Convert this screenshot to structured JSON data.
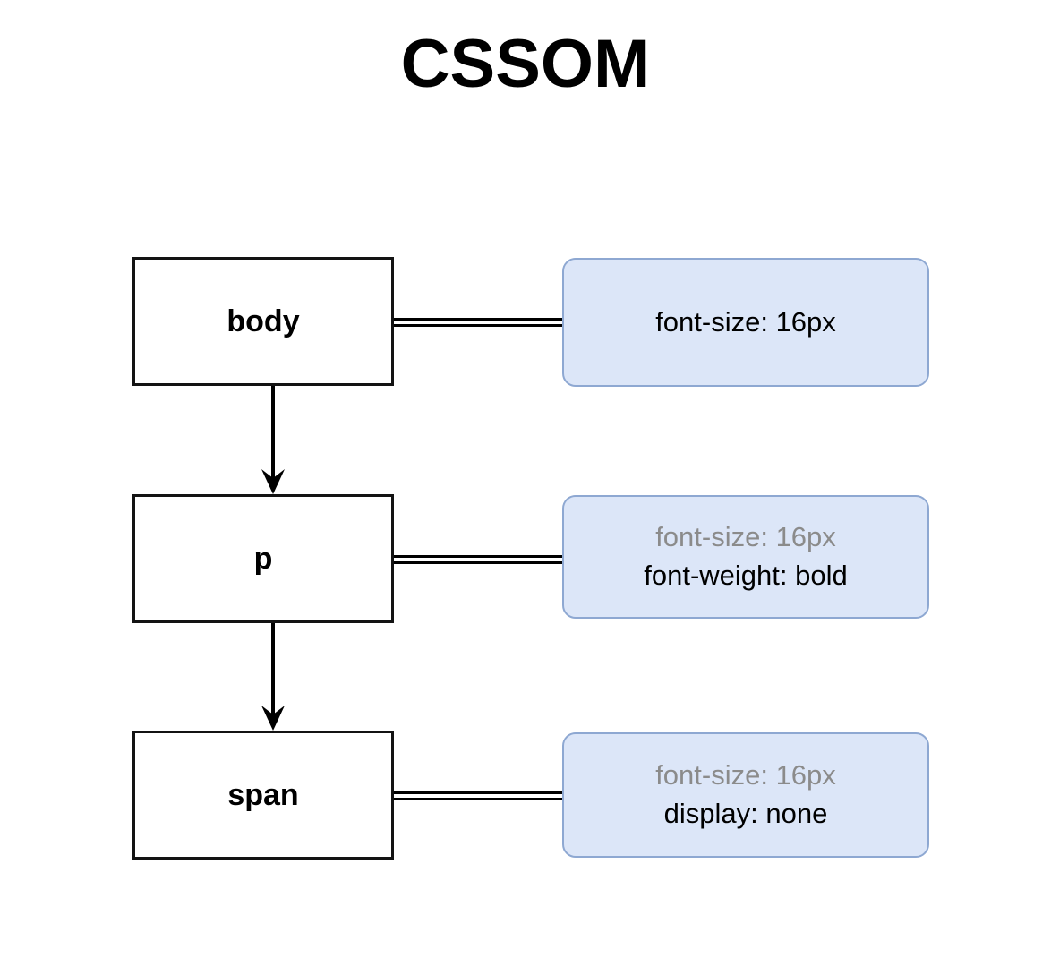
{
  "title": "CSSOM",
  "diagram": {
    "type": "cssom-tree",
    "background": "#ffffff",
    "node_fill": "#ffffff",
    "node_border": "#131313",
    "callout_fill": "#dce6f8",
    "callout_border": "#8ea8d2",
    "inherited_text_color": "#8b8b8b",
    "own_text_color": "#000000",
    "connector_color": "#000000",
    "nodes": [
      {
        "label": "body",
        "declarations": [
          {
            "text": "font-size: 16px",
            "inherited": false
          }
        ]
      },
      {
        "label": "p",
        "declarations": [
          {
            "text": "font-size: 16px",
            "inherited": true
          },
          {
            "text": "font-weight: bold",
            "inherited": false
          }
        ]
      },
      {
        "label": "span",
        "declarations": [
          {
            "text": "font-size: 16px",
            "inherited": true
          },
          {
            "text": "display: none",
            "inherited": false
          }
        ]
      }
    ],
    "edges": [
      {
        "from": "body",
        "to": "p",
        "style": "arrow-down"
      },
      {
        "from": "p",
        "to": "span",
        "style": "arrow-down"
      }
    ]
  }
}
